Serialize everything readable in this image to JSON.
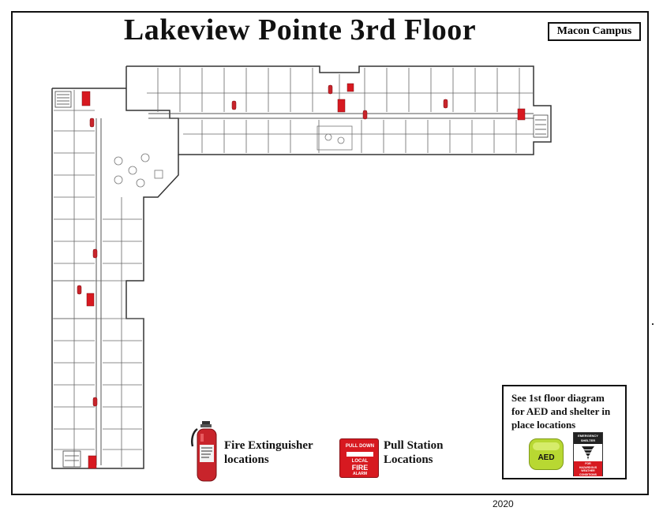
{
  "title": "Lakeview Pointe 3rd Floor",
  "campus_label": "Macon Campus",
  "legend": {
    "extinguisher_label_line1": "Fire Extinguisher",
    "extinguisher_label_line2": "locations",
    "pull_station_label_line1": "Pull Station",
    "pull_station_label_line2": "Locations",
    "pull_station_sign": {
      "line1": "PULL DOWN",
      "line2": "LOCAL",
      "line3": "FIRE",
      "line4": "ALARM"
    },
    "extinguisher_icon": "fire-extinguisher-icon",
    "pull_station_icon": "pull-station-icon"
  },
  "note": {
    "text_line1": "See 1st floor diagram",
    "text_line2": "for AED and shelter in",
    "text_line3": "place locations",
    "aed_label": "AED",
    "shelter_sign": {
      "line1": "EMERGENCY",
      "line2": "SHELTER",
      "line3": "FOR",
      "line4": "HAZARDOUS",
      "line5": "WEATHER",
      "line6": "CONDITIONS"
    }
  },
  "year": "2020",
  "colors": {
    "extinguisher_red": "#c8242b",
    "pull_station_red": "#d71920",
    "aed_green": "#b8d832",
    "line": "#333333"
  }
}
